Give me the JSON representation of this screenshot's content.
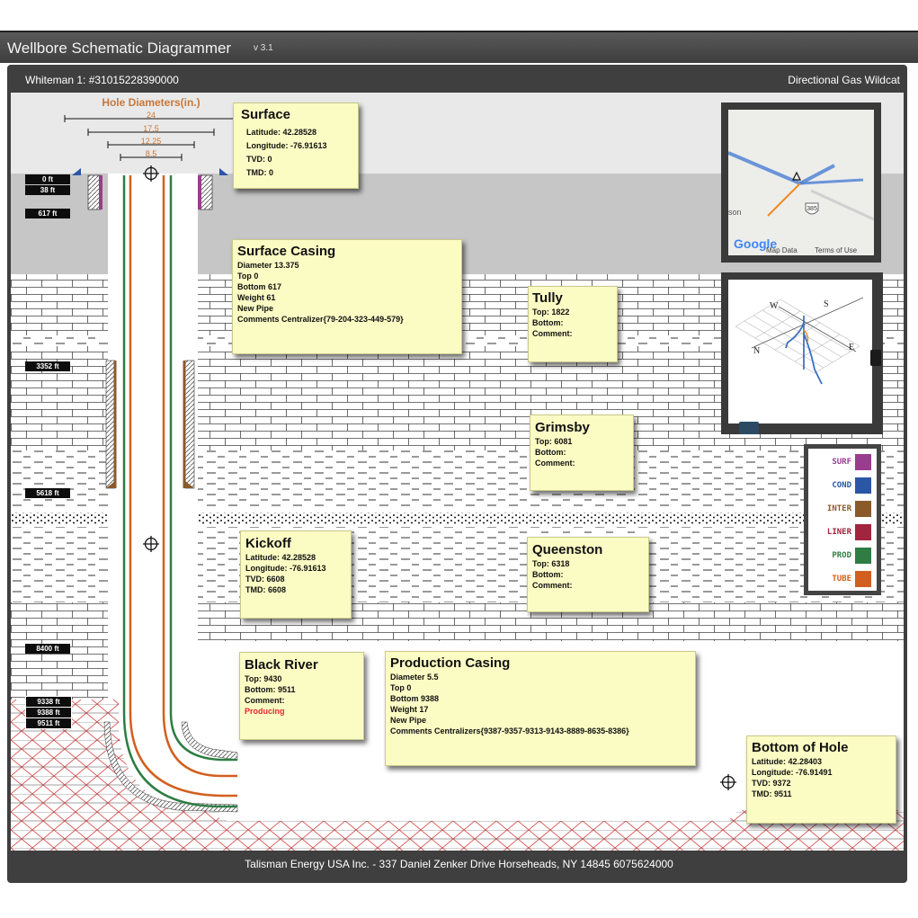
{
  "app": {
    "title": "Wellbore Schematic Diagrammer",
    "version": "v 3.1"
  },
  "header": {
    "well_name": "Whiteman 1: #31015228390000",
    "well_type": "Directional Gas Wildcat"
  },
  "footer": {
    "text": "Talisman Energy USA Inc. - 337 Daniel Zenker Drive Horseheads, NY 14845 6075624000"
  },
  "hole_diameters": {
    "title": "Hole Diameters(in.)",
    "values": [
      "24",
      "17.5",
      "12.25",
      "8.5"
    ]
  },
  "depth_labels": [
    "0 ft",
    "38 ft",
    "617 ft",
    "3352 ft",
    "5618 ft",
    "8400 ft",
    "9338 ft",
    "9388 ft",
    "9511 ft"
  ],
  "notes": {
    "surface": {
      "title": "Surface",
      "lines": [
        "Latitude: 42.28528",
        "Longitude: -76.91613",
        "TVD: 0",
        "TMD: 0"
      ]
    },
    "surface_casing": {
      "title": "Surface Casing",
      "lines": [
        "Diameter 13.375",
        "Top 0",
        "Bottom 617",
        "Weight 61",
        "New Pipe",
        "Comments Centralizer{79-204-323-449-579}"
      ]
    },
    "tully": {
      "title": "Tully",
      "lines": [
        "Top: 1822",
        "Bottom:",
        "Comment:"
      ]
    },
    "grimsby": {
      "title": "Grimsby",
      "lines": [
        "Top: 6081",
        "Bottom:",
        "Comment:"
      ]
    },
    "kickoff": {
      "title": "Kickoff",
      "lines": [
        "Latitude: 42.28528",
        "Longitude: -76.91613",
        "TVD: 6608",
        "TMD: 6608"
      ]
    },
    "queenston": {
      "title": "Queenston",
      "lines": [
        "Top: 6318",
        "Bottom:",
        "Comment:"
      ]
    },
    "black_river": {
      "title": "Black River",
      "lines": [
        "Top: 9430",
        "Bottom: 9511",
        "Comment:"
      ],
      "status": "Producing"
    },
    "production_casing": {
      "title": "Production Casing",
      "lines": [
        "Diameter 5.5",
        "Top 0",
        "Bottom 9388",
        "Weight 17",
        "New Pipe",
        "Comments Centralizers{9387-9357-9313-9143-8889-8635-8386}"
      ]
    },
    "bottom_of_hole": {
      "title": "Bottom of Hole",
      "lines": [
        "Latitude: 42.28403",
        "Longitude: -76.91491",
        "TVD: 9372",
        "TMD: 9511"
      ]
    }
  },
  "map": {
    "brand": "Google",
    "map_data": "Map Data",
    "terms": "Terms of Use",
    "road_shield": "385",
    "place_fragment": "son"
  },
  "compass": {
    "north": "N",
    "south": "S",
    "east": "E",
    "west": "W"
  },
  "legend": [
    {
      "label": "SURF",
      "color": "#9a3d8f"
    },
    {
      "label": "COND",
      "color": "#2b56a6"
    },
    {
      "label": "INTER",
      "color": "#8a5a2b"
    },
    {
      "label": "LINER",
      "color": "#a3243e"
    },
    {
      "label": "PROD",
      "color": "#2e7d43"
    },
    {
      "label": "TUBE",
      "color": "#d35f1e"
    }
  ],
  "colors": {
    "frame": "#3f3f3f",
    "note_bg": "#fbfbc4",
    "diameter_label": "#c8783b",
    "producing": "#e5262d"
  }
}
